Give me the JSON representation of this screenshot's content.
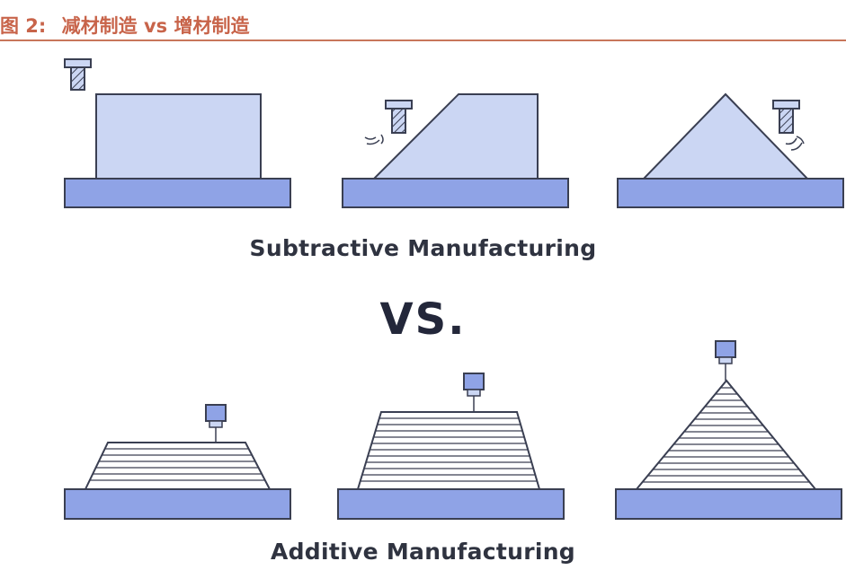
{
  "figure": {
    "number": "图 2:",
    "title": "减材制造 vs 增材制造"
  },
  "labels": {
    "subtractive": "Subtractive Manufacturing",
    "versus": "VS.",
    "additive": "Additive Manufacturing"
  },
  "colors": {
    "title": "#c8644a",
    "rule": "#c8765a",
    "base_fill": "#8fa3e6",
    "part_fill": "#cbd6f3",
    "outline": "#3a3f52",
    "text": "#2f3340"
  }
}
